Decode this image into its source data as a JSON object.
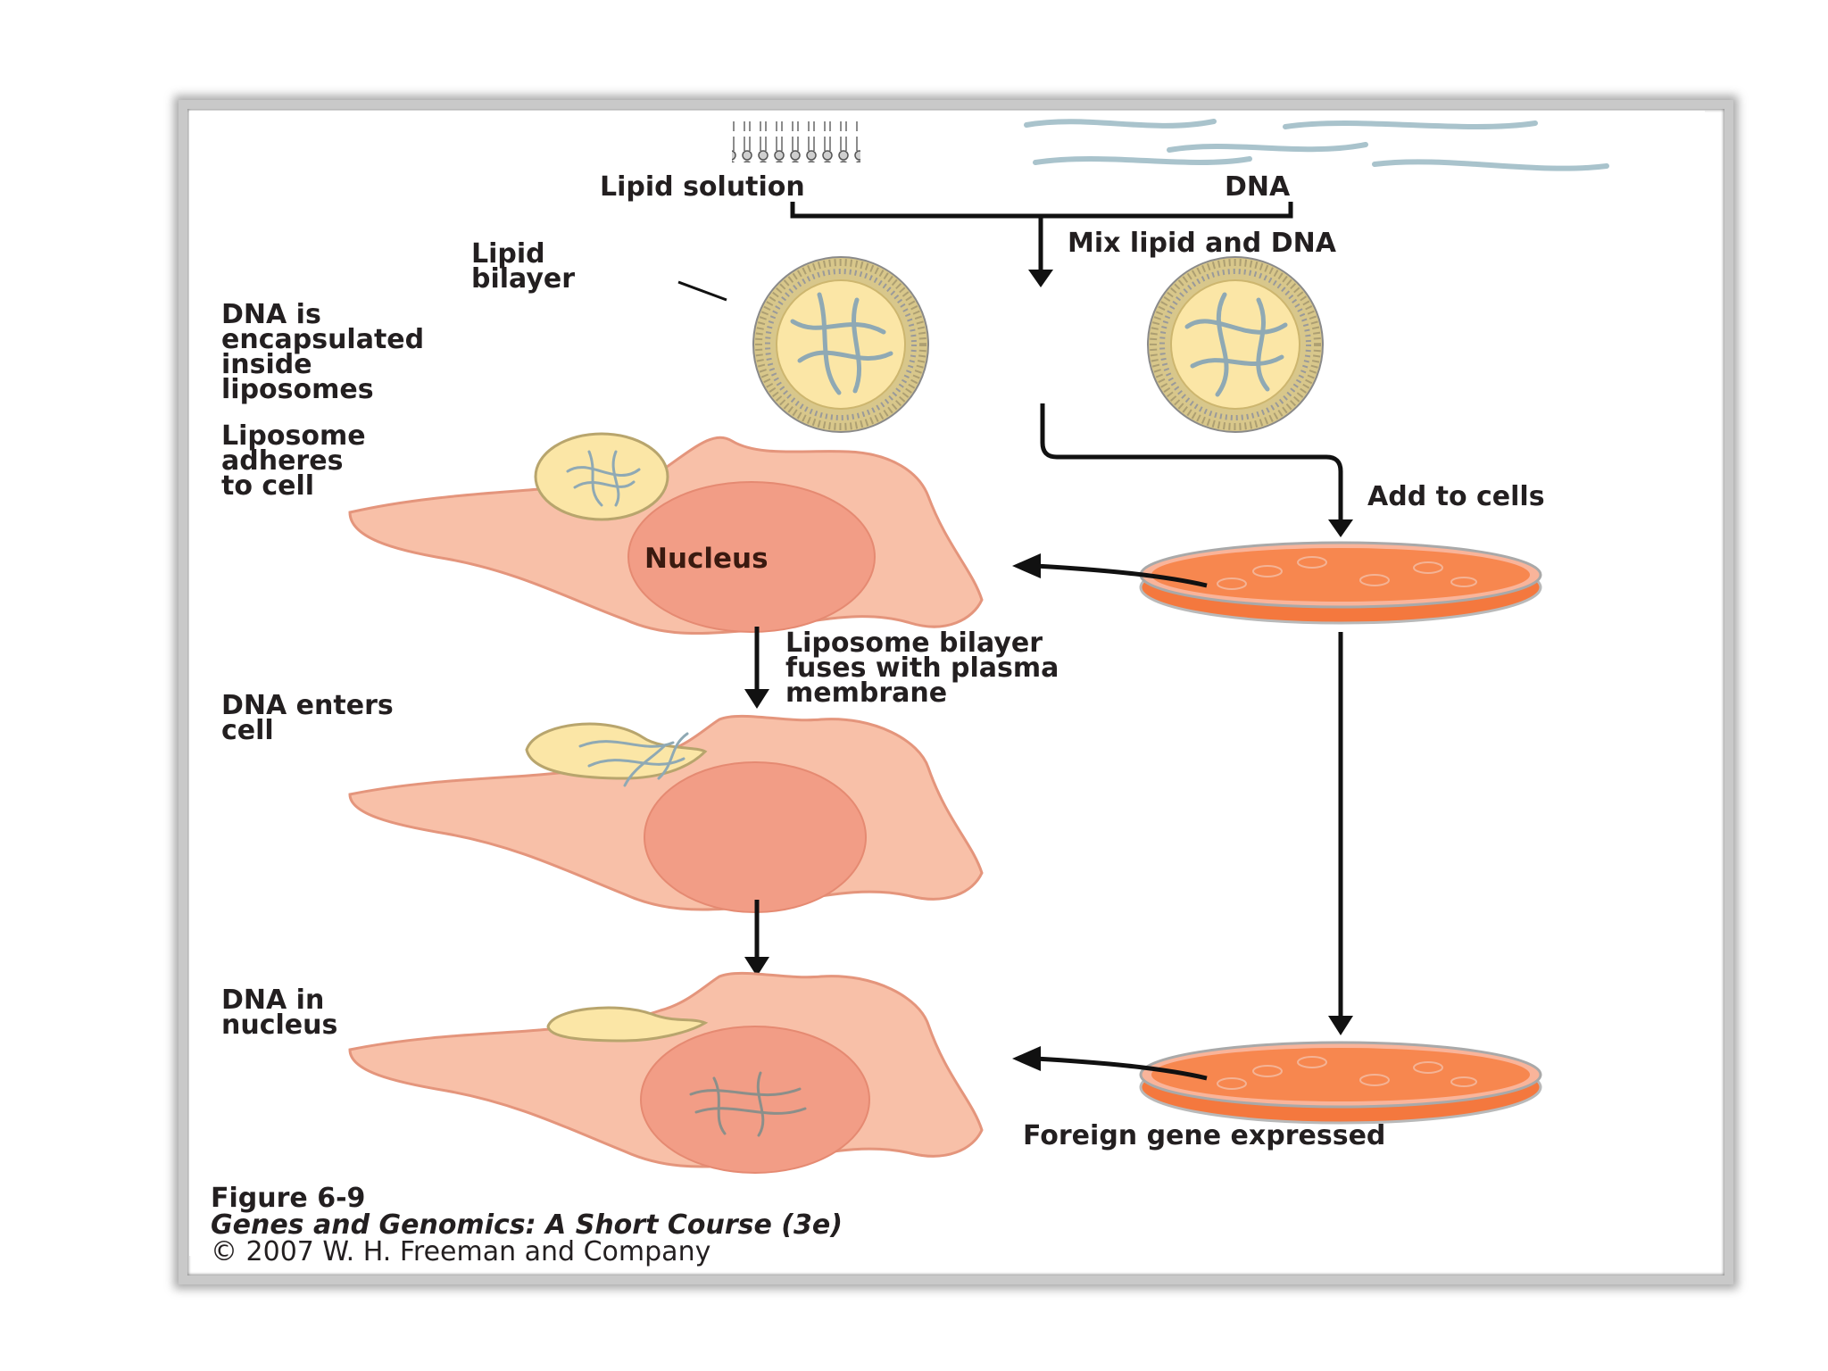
{
  "labels": {
    "lipid_solution": "Lipid solution",
    "dna": "DNA",
    "mix": "Mix lipid and DNA",
    "lipid_bilayer": [
      "Lipid",
      "bilayer"
    ],
    "dna_encapsulated": [
      "DNA is",
      "encapsulated",
      "inside",
      "liposomes"
    ],
    "liposome_adheres": [
      "Liposome",
      "adheres",
      "to cell"
    ],
    "add_to_cells": "Add to cells",
    "nucleus": "Nucleus",
    "bilayer_fuses": [
      "Liposome bilayer",
      "fuses with plasma",
      "membrane"
    ],
    "dna_enters": [
      "DNA enters",
      "cell"
    ],
    "dna_in_nucleus": [
      "DNA in",
      "nucleus"
    ],
    "foreign_gene": "Foreign gene expressed"
  },
  "caption": {
    "figure": "Figure 6-9",
    "book": "Genes and Genomics: A Short Course (3e)",
    "copyright": "© 2007 W. H. Freeman and Company"
  },
  "colors": {
    "cell": "#f8c0a8",
    "nucleus": "#f29d86",
    "liposome": "#fbe6a6",
    "dna": "#a9c3cc",
    "culture_dish": "#f4783e"
  }
}
